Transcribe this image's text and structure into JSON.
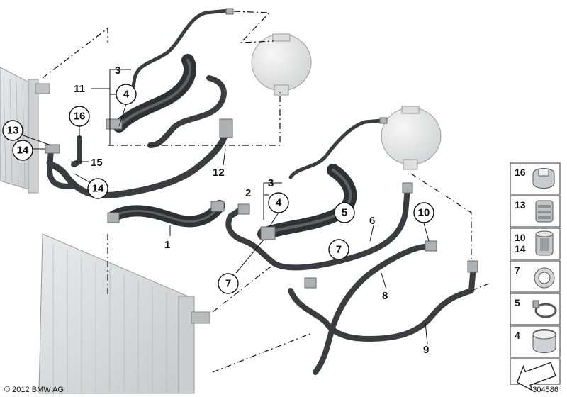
{
  "copyright": "© 2012 BMW AG",
  "diagram_id": "304586",
  "labels": {
    "l1": "1",
    "l2": "2",
    "l3a": "3",
    "l3b": "3",
    "l6": "6",
    "l8": "8",
    "l9": "9",
    "l11": "11",
    "l12": "12",
    "l15": "15"
  },
  "circled": {
    "c4a": "4",
    "c4b": "4",
    "c5": "5",
    "c7a": "7",
    "c7b": "7",
    "c10": "10",
    "c13": "13",
    "c14a": "14",
    "c14b": "14",
    "c16": "16"
  },
  "legend": [
    {
      "num": "16",
      "icon": "clamp-band-icon"
    },
    {
      "num": "13",
      "icon": "quick-coupling-icon"
    },
    {
      "num": "10\n14",
      "icon": "coupling-sleeve-icon"
    },
    {
      "num": "7",
      "icon": "hose-clamp-icon"
    },
    {
      "num": "5",
      "icon": "spring-clamp-icon"
    },
    {
      "num": "4",
      "icon": "band-clamp-icon"
    },
    {
      "num": "",
      "icon": "arrow-reference-icon"
    }
  ],
  "colors": {
    "hose": "#3a3d40",
    "hose_highlight": "#6a6e72",
    "radiator": "#d9dadb",
    "tank": "#e8e9ea"
  }
}
